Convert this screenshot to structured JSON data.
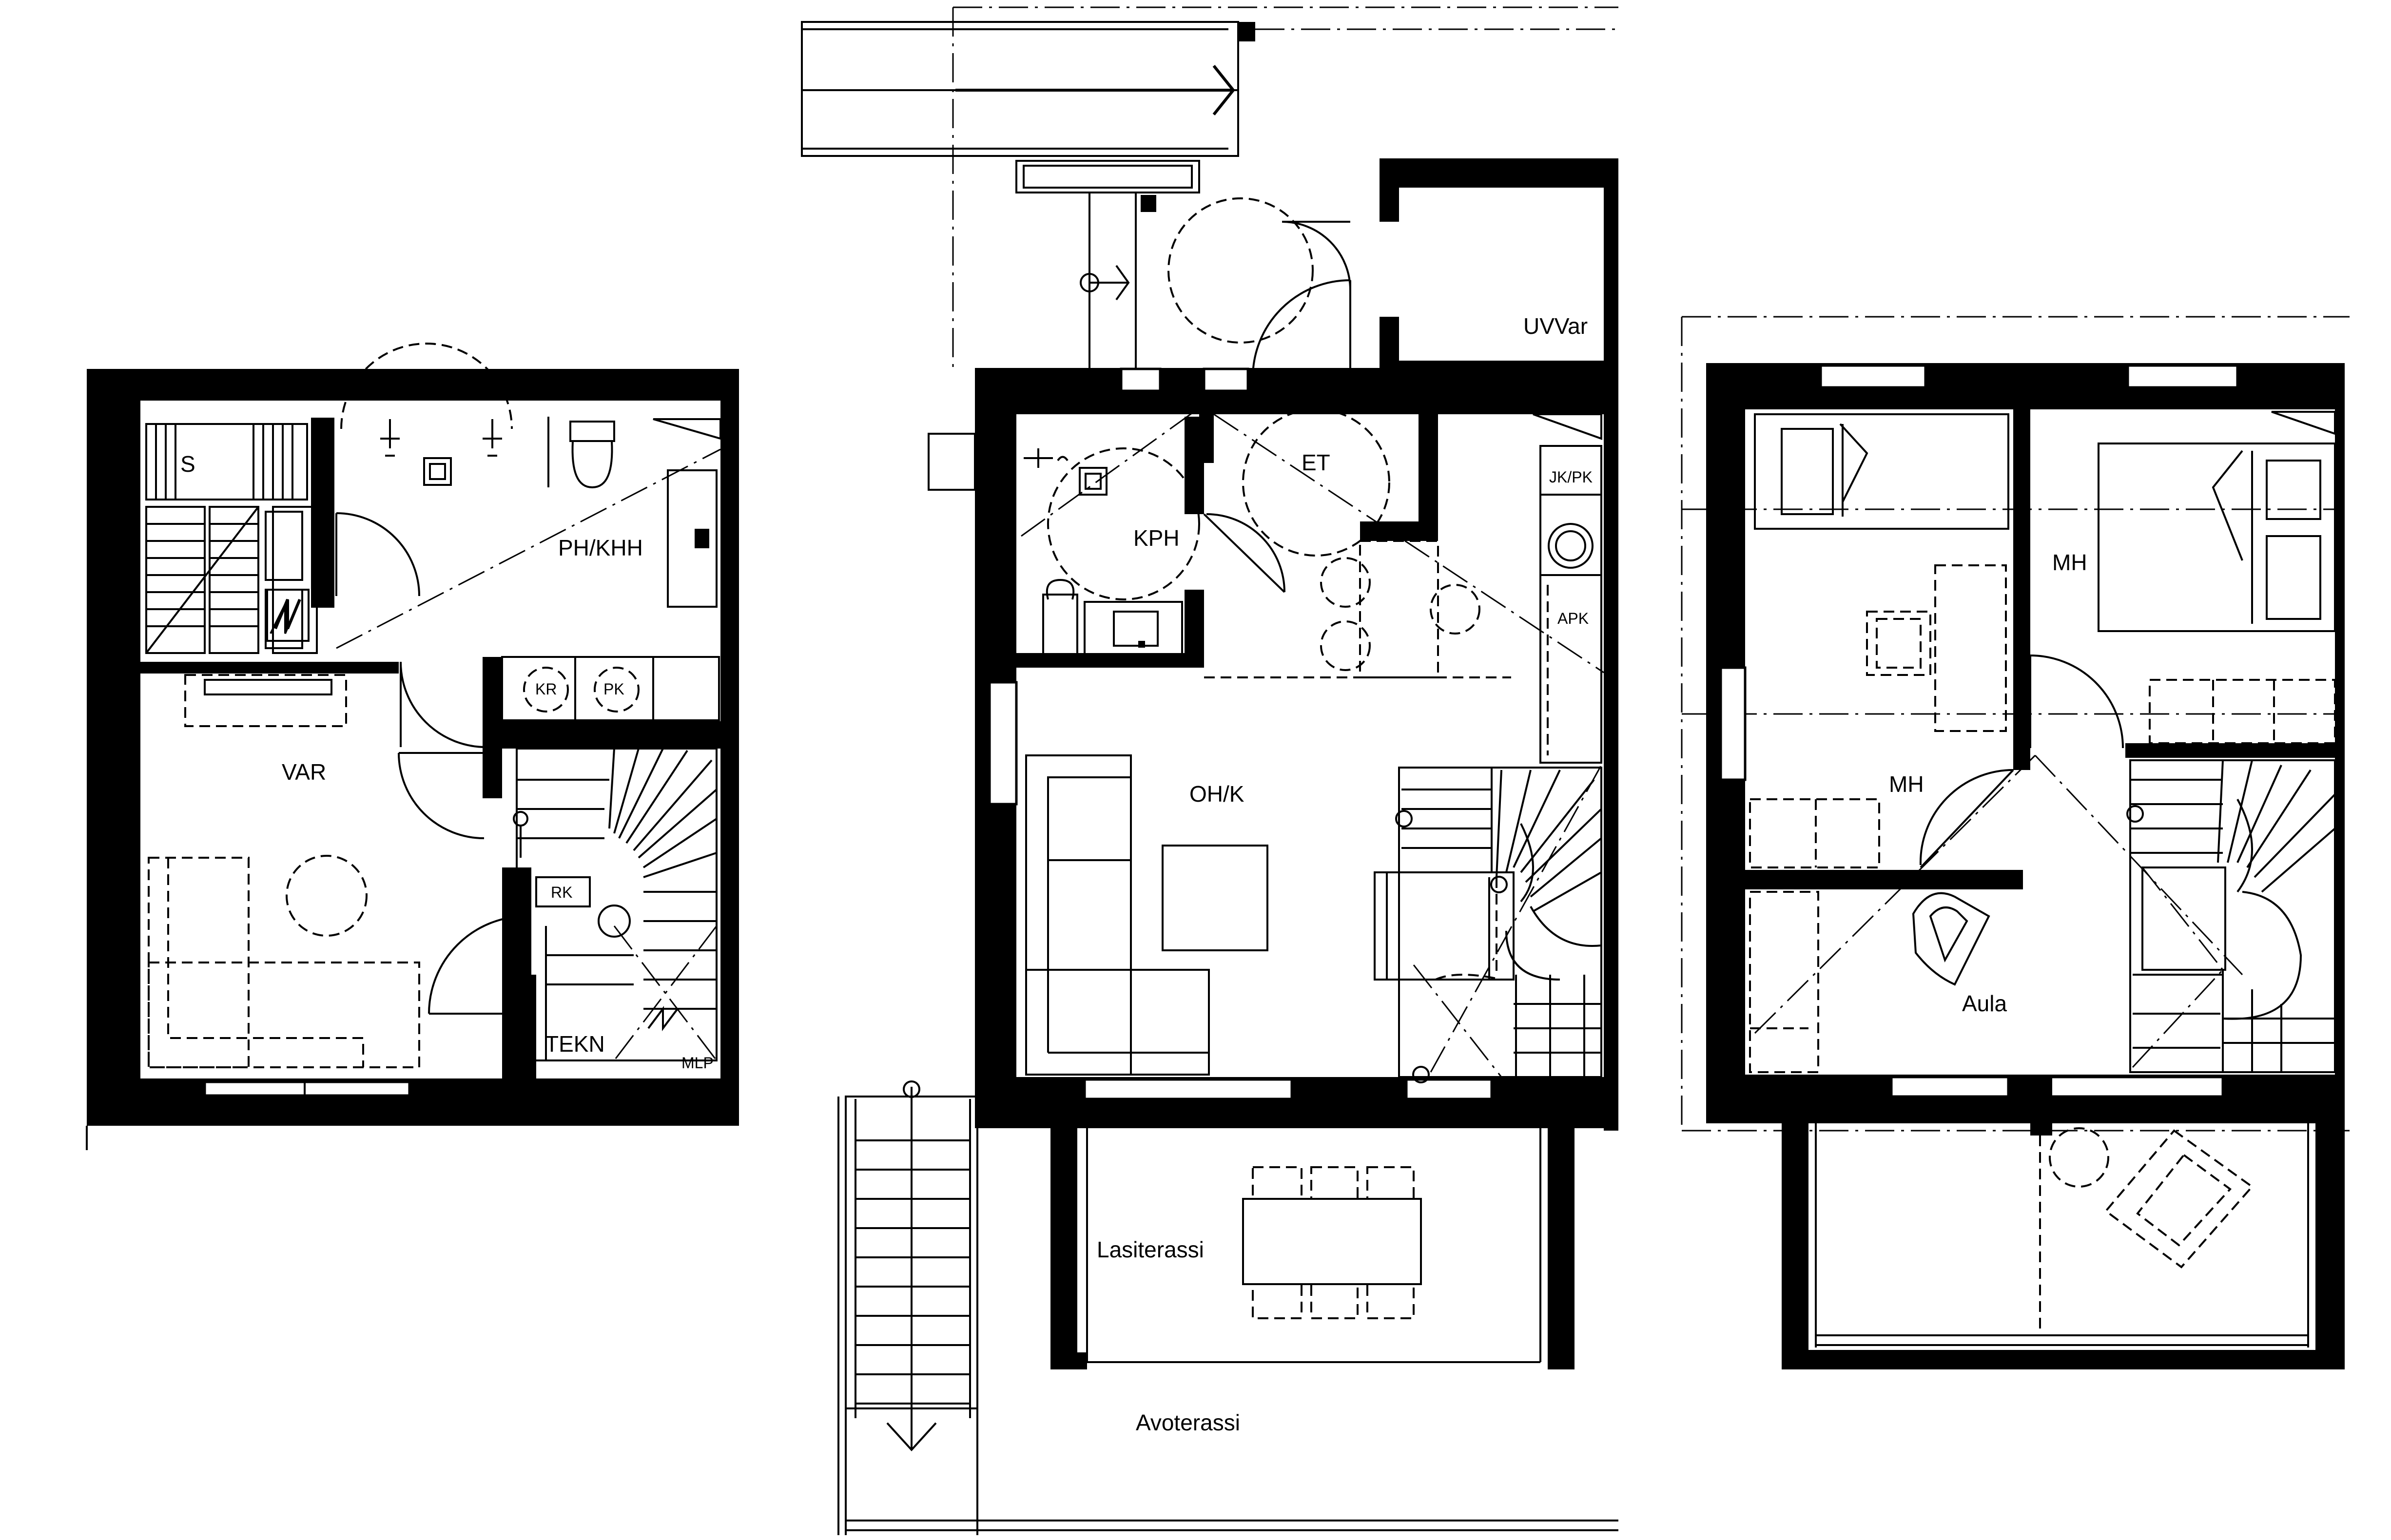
{
  "floor_plan": {
    "rooms": {
      "s": "S",
      "ph_khh": "PH/KHH",
      "var": "VAR",
      "kr": "KR",
      "pk": "PK",
      "rk": "RK",
      "tekn": "TEKN",
      "mlp": "MLP",
      "uvvar": "UVVar",
      "et": "ET",
      "kph": "KPH",
      "jk_pk": "JK/PK",
      "apk": "APK",
      "oh_k": "OH/K",
      "lasiterassi": "Lasiterassi",
      "avoterassi": "Avoterassi",
      "mh_1": "MH",
      "mh_2": "MH",
      "aula": "Aula"
    },
    "icons": {
      "north_arrow": "north-arrow-icon",
      "stair_arrow": "stair-direction-arrow-icon"
    },
    "colors": {
      "wall": "#000000",
      "background": "#ffffff"
    }
  }
}
